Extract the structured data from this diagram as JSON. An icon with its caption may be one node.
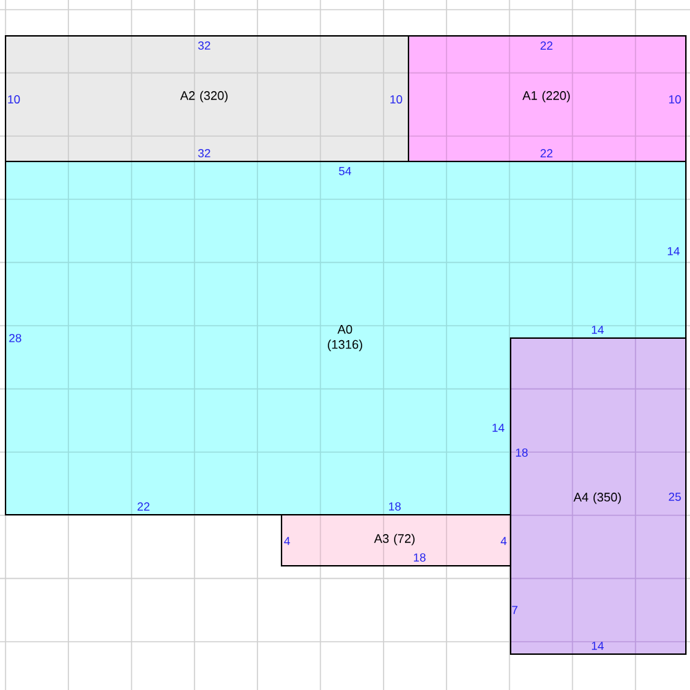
{
  "diagram": {
    "nodes": [
      {
        "text": [
          "32",
          "10",
          "A2 (320)",
          "10",
          "32"
        ]
      },
      {
        "text": [
          "22",
          "A1 (220)",
          "10",
          "22"
        ]
      },
      {
        "text": [
          "54",
          "14",
          "28",
          "A0 (1316)",
          "14",
          "14",
          "22",
          "18"
        ]
      },
      {
        "text": [
          "18",
          "A4 (350)",
          "25",
          "7",
          "14"
        ]
      },
      {
        "text": [
          "4",
          "A3 (72)",
          "4",
          "18"
        ]
      }
    ]
  }
}
